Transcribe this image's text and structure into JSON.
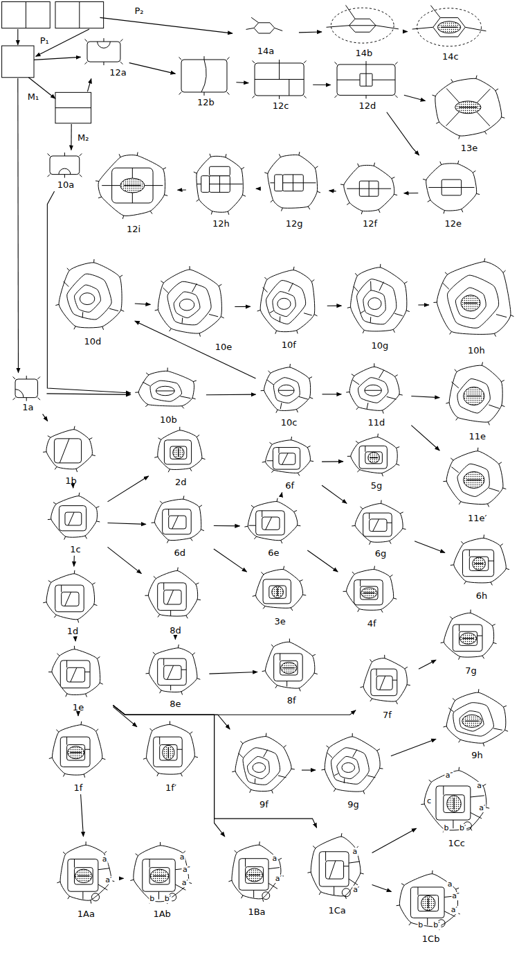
{
  "diagram": {
    "nodes": [
      {
        "text": [
          "14a"
        ]
      },
      {
        "text": [
          "14b"
        ]
      },
      {
        "text": [
          "14c"
        ]
      },
      {
        "text": [
          "12a"
        ]
      },
      {
        "text": [
          "12b"
        ]
      },
      {
        "text": [
          "12c"
        ]
      },
      {
        "text": [
          "12d"
        ]
      },
      {
        "text": [
          "13e"
        ]
      },
      {
        "text": [
          "12i"
        ]
      },
      {
        "text": [
          "12h"
        ]
      },
      {
        "text": [
          "12g"
        ]
      },
      {
        "text": [
          "12f"
        ]
      },
      {
        "text": [
          "12e"
        ]
      },
      {
        "text": [
          "10a"
        ]
      },
      {
        "text": [
          "10d"
        ]
      },
      {
        "text": [
          "10e"
        ]
      },
      {
        "text": [
          "10f"
        ]
      },
      {
        "text": [
          "10g"
        ]
      },
      {
        "text": [
          "10h"
        ]
      },
      {
        "text": [
          "1a"
        ]
      },
      {
        "text": [
          "10b"
        ]
      },
      {
        "text": [
          "10c"
        ]
      },
      {
        "text": [
          "11d"
        ]
      },
      {
        "text": [
          "11e"
        ]
      },
      {
        "text": [
          "1b"
        ]
      },
      {
        "text": [
          "2d"
        ]
      },
      {
        "text": [
          "6f"
        ]
      },
      {
        "text": [
          "5g"
        ]
      },
      {
        "text": [
          "11e′"
        ]
      },
      {
        "text": [
          "1c"
        ]
      },
      {
        "text": [
          "6d"
        ]
      },
      {
        "text": [
          "6e"
        ]
      },
      {
        "text": [
          "6g"
        ]
      },
      {
        "text": [
          "6h"
        ]
      },
      {
        "text": [
          "1d"
        ]
      },
      {
        "text": [
          "8d"
        ]
      },
      {
        "text": [
          "3e"
        ]
      },
      {
        "text": [
          "4f"
        ]
      },
      {
        "text": [
          "7g"
        ]
      },
      {
        "text": [
          "1e"
        ]
      },
      {
        "text": [
          "8e"
        ]
      },
      {
        "text": [
          "8f"
        ]
      },
      {
        "text": [
          "7f"
        ]
      },
      {
        "text": [
          "9h"
        ]
      },
      {
        "text": [
          "1f"
        ]
      },
      {
        "text": [
          "1f′"
        ]
      },
      {
        "text": [
          "9f"
        ]
      },
      {
        "text": [
          "9g"
        ]
      },
      {
        "text": [
          "1Cc"
        ]
      },
      {
        "text": [
          "1Aa"
        ]
      },
      {
        "text": [
          "1Ab"
        ]
      },
      {
        "text": [
          "1Ba"
        ]
      },
      {
        "text": [
          "1Ca"
        ]
      },
      {
        "text": [
          "1Cb"
        ]
      }
    ],
    "edges": [
      {
        "from": 0,
        "to": 1,
        "arrow": "to"
      },
      {
        "from": 1,
        "to": 2,
        "arrow": "to"
      },
      {
        "from": 3,
        "to": 4,
        "arrow": "to"
      },
      {
        "from": 4,
        "to": 5,
        "arrow": "to"
      },
      {
        "from": 5,
        "to": 6,
        "arrow": "to"
      },
      {
        "from": 6,
        "to": 7,
        "arrow": "to"
      },
      {
        "from": 6,
        "to": 12,
        "arrow": "to"
      },
      {
        "from": 12,
        "to": 11,
        "arrow": "to"
      },
      {
        "from": 11,
        "to": 10,
        "arrow": "to"
      },
      {
        "from": 10,
        "to": 9,
        "arrow": "to"
      },
      {
        "from": 9,
        "to": 8,
        "arrow": "to"
      },
      {
        "from": 19,
        "to": 20,
        "arrow": "to"
      },
      {
        "from": 13,
        "to": 20,
        "arrow": "to"
      },
      {
        "from": 20,
        "to": 21,
        "arrow": "to"
      },
      {
        "from": 21,
        "to": 14,
        "arrow": "to"
      },
      {
        "from": 14,
        "to": 15,
        "arrow": "to"
      },
      {
        "from": 15,
        "to": 16,
        "arrow": "to"
      },
      {
        "from": 16,
        "to": 17,
        "arrow": "to"
      },
      {
        "from": 17,
        "to": 18,
        "arrow": "to"
      },
      {
        "from": 21,
        "to": 22,
        "arrow": "to"
      },
      {
        "from": 22,
        "to": 23,
        "arrow": "to"
      },
      {
        "from": 22,
        "to": 28,
        "arrow": "to"
      },
      {
        "from": 19,
        "to": 24,
        "arrow": "to"
      },
      {
        "from": 24,
        "to": 29,
        "arrow": "to"
      },
      {
        "from": 29,
        "to": 25,
        "arrow": "to"
      },
      {
        "from": 29,
        "to": 30,
        "arrow": "to"
      },
      {
        "from": 29,
        "to": 35,
        "arrow": "to"
      },
      {
        "from": 30,
        "to": 31,
        "arrow": "to"
      },
      {
        "from": 30,
        "to": 36,
        "arrow": "to"
      },
      {
        "from": 31,
        "to": 26,
        "arrow": "to"
      },
      {
        "from": 31,
        "to": 37,
        "arrow": "to"
      },
      {
        "from": 26,
        "to": 27,
        "arrow": "to"
      },
      {
        "from": 26,
        "to": 32,
        "arrow": "to"
      },
      {
        "from": 32,
        "to": 33,
        "arrow": "to"
      },
      {
        "from": 29,
        "to": 34,
        "arrow": "to"
      },
      {
        "from": 34,
        "to": 39,
        "arrow": "to"
      },
      {
        "from": 35,
        "to": 40,
        "arrow": "to"
      },
      {
        "from": 40,
        "to": 41,
        "arrow": "to"
      },
      {
        "from": 42,
        "to": 38,
        "arrow": "to"
      },
      {
        "from": 39,
        "to": 44,
        "arrow": "to"
      },
      {
        "from": 39,
        "to": 45,
        "arrow": "to"
      },
      {
        "from": 39,
        "to": 42,
        "arrow": "to"
      },
      {
        "from": 39,
        "to": 46,
        "arrow": "to"
      },
      {
        "from": 46,
        "to": 47,
        "arrow": "to"
      },
      {
        "from": 47,
        "to": 43,
        "arrow": "to"
      },
      {
        "from": 39,
        "to": 51,
        "arrow": "to"
      },
      {
        "from": 39,
        "to": 52,
        "arrow": "to"
      },
      {
        "from": 44,
        "to": 49,
        "arrow": "to"
      },
      {
        "from": 49,
        "to": 50,
        "arrow": "to"
      },
      {
        "from": 52,
        "to": 53,
        "arrow": "to"
      },
      {
        "from": 52,
        "to": 48,
        "arrow": "to"
      }
    ],
    "labels": [
      "P₁",
      "P₂",
      "M₁",
      "M₂",
      "a″",
      "c",
      "a",
      "a′",
      "b",
      "b′",
      "a",
      "a′",
      "a",
      "a″",
      "a′",
      "b",
      "b′",
      "a",
      "a′",
      "a",
      "a′",
      "a",
      "a″",
      "a′",
      "b",
      "b′"
    ]
  }
}
